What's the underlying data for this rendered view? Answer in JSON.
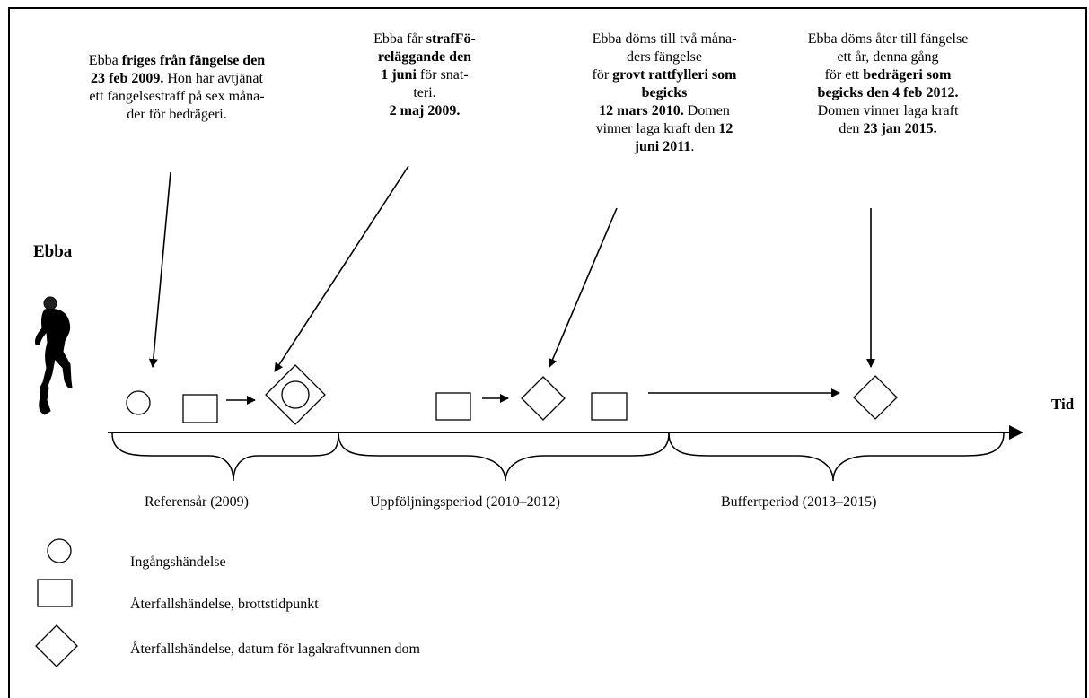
{
  "person": {
    "name": "Ebba",
    "icon": "runner-icon"
  },
  "axis_label": "Tid",
  "annotations": [
    [
      {
        "t": "Ebba "
      },
      {
        "t": "friges från fängelse den",
        "b": true
      },
      {
        "br": 1
      },
      {
        "t": "23 feb 2009.",
        "b": true
      },
      {
        "t": " Hon har avtjänat"
      },
      {
        "br": 1
      },
      {
        "t": "ett fängelsestraff på sex måna-"
      },
      {
        "br": 1
      },
      {
        "t": "der för bedrägeri."
      }
    ],
    [
      {
        "t": "Ebba får "
      },
      {
        "t": "strafFö-",
        "b": true
      },
      {
        "br": 1
      },
      {
        "t": "reläggande den",
        "b": true
      },
      {
        "br": 1
      },
      {
        "t": "1 juni",
        "b": true
      },
      {
        "t": " för snat-"
      },
      {
        "br": 1
      },
      {
        "t": "teri."
      },
      {
        "br": 1
      },
      {
        "t": "2 maj 2009.",
        "b": true
      }
    ],
    [
      {
        "t": "Ebba döms till två måna-"
      },
      {
        "br": 1
      },
      {
        "t": "ders fängelse"
      },
      {
        "br": 1
      },
      {
        "t": "för "
      },
      {
        "t": "grovt rattfylleri som",
        "b": true
      },
      {
        "br": 1
      },
      {
        "t": "begicks",
        "b": true
      },
      {
        "br": 1
      },
      {
        "t": "12 mars 2010.",
        "b": true
      },
      {
        "t": " Domen"
      },
      {
        "br": 1
      },
      {
        "t": "vinner laga kraft den "
      },
      {
        "t": "12",
        "b": true
      },
      {
        "br": 1
      },
      {
        "t": "juni 2011",
        "b": true
      },
      {
        "t": "."
      }
    ],
    [
      {
        "t": "Ebba döms åter till fängelse"
      },
      {
        "br": 1
      },
      {
        "t": "ett år, denna gång"
      },
      {
        "br": 1
      },
      {
        "t": "för ett "
      },
      {
        "t": "bedrägeri som",
        "b": true
      },
      {
        "br": 1
      },
      {
        "t": "begicks den 4 feb 2012.",
        "b": true
      },
      {
        "br": 1
      },
      {
        "t": "Domen vinner laga kraft"
      },
      {
        "br": 1
      },
      {
        "t": "den "
      },
      {
        "t": "23 jan 2015.",
        "b": true
      }
    ]
  ],
  "periods": [
    "Referensår (2009)",
    "Uppföljningsperiod (2010–2012)",
    "Buffertperiod (2013–2015)"
  ],
  "legend": [
    {
      "shape": "circle",
      "label": "Ingångshändelse"
    },
    {
      "shape": "square",
      "label": "Återfallshändelse, brottstidpunkt"
    },
    {
      "shape": "diamond",
      "label": "Återfallshändelse, datum för lagakraftvunnen dom"
    }
  ]
}
